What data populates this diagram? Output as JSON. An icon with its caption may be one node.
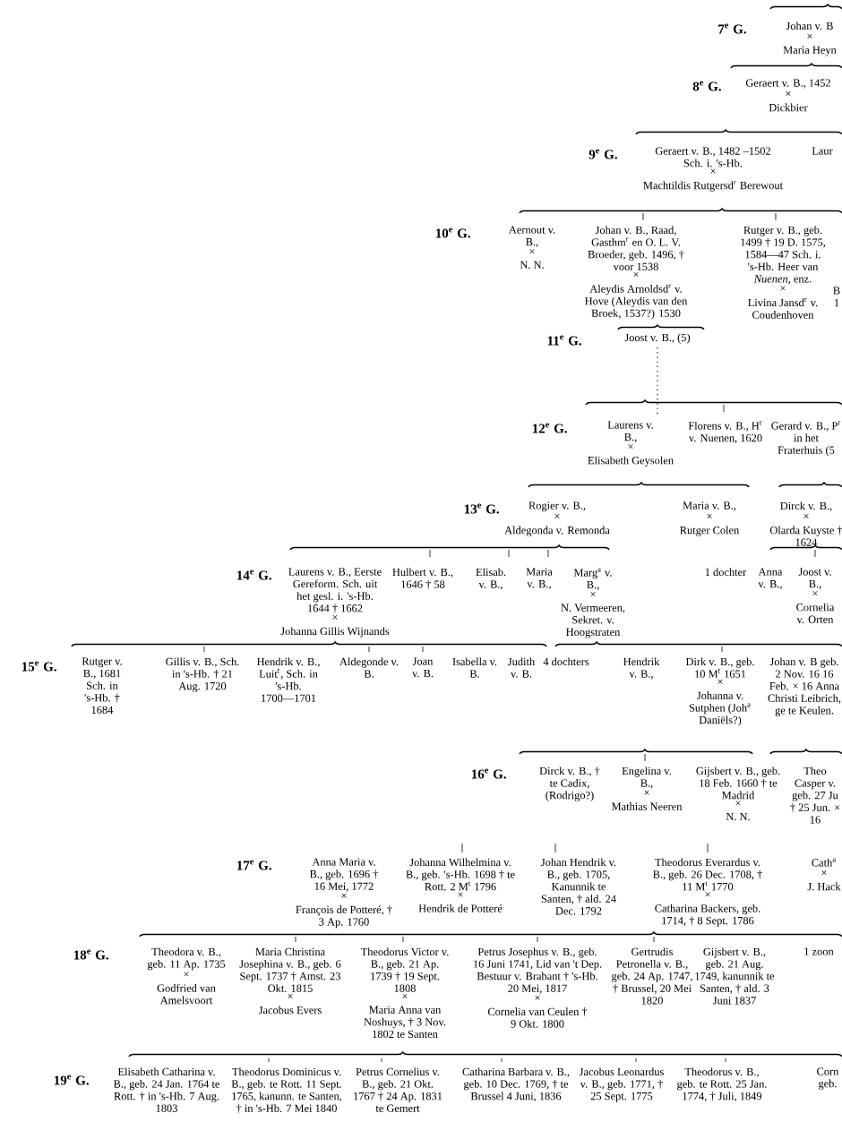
{
  "diagram": {
    "nodes": [
      {
        "text": [
          "Johan v. B",
          "×",
          "Maria Heyn"
        ]
      },
      {
        "text": [
          "Geraert v. B., 1452",
          "×",
          "Dickbier"
        ]
      },
      {
        "text": [
          "Geraert v. B., 1482 –1502 Sch. i. 's-Hb.",
          "×",
          "Machtildis Rutgersd$^{r}$ Berewout"
        ]
      },
      {
        "text": [
          "Laur"
        ]
      },
      {
        "text": [
          "Aernout v. B.,",
          "×",
          "N. N."
        ]
      },
      {
        "text": [
          "Johan v. B., Raad, Gasthm$^{r}$ en O. L. V. Broeder, geb. 1496, † voor 1538",
          "×",
          "Aleydis Arnoldsd$^{r}$ v. Hove (Aleydis van den Broek, 1537?) 1530"
        ]
      },
      {
        "text": [
          "Rutger v. B., geb. 1499 † 19 D. 1575, 1584—47 Sch. i. 's-Hb. Heer van *Nuenen*, enz.",
          "×",
          "Livina Jansd$^{r}$ v. Coudenhoven"
        ]
      },
      {
        "text": [
          "B",
          "1"
        ]
      },
      {
        "text": [
          "Joost v. B., (5)"
        ]
      },
      {
        "text": [
          "Laurens v. B.,",
          "×",
          "Elisabeth Geysolen"
        ]
      },
      {
        "text": [
          "Florens v. B., H$^{r}$ v. Nuenen, 1620"
        ]
      },
      {
        "text": [
          "Gerard v. B., P$^{r}$ in het Fraterhuis (5"
        ]
      },
      {
        "text": [
          "Rogier v. B.,",
          "×",
          "Aldegonda v. Remonda"
        ]
      },
      {
        "text": [
          "Maria v. B.,",
          "×",
          "Rutger Colen"
        ]
      },
      {
        "text": [
          "Dirck v. B.,",
          "×",
          "Olarda Kuyste † 1624"
        ]
      },
      {
        "text": [
          "Laurens v. B., Eerste Gereform. Sch. uit het gesl. i. 's-Hb. 1644 † 1662",
          "×",
          "Johanna Gillis Wijnands"
        ]
      },
      {
        "text": [
          "Hulbert v. B., 1646 † 58"
        ]
      },
      {
        "text": [
          "Elisab. v. B.,"
        ]
      },
      {
        "text": [
          "Maria v. B.,"
        ]
      },
      {
        "text": [
          "Marg$^{a}$ v. B.,",
          "×",
          "N. Vermeeren, Sekret. v. Hoogstraten"
        ]
      },
      {
        "text": [
          "1 dochter"
        ]
      },
      {
        "text": [
          "Anna v. B.,"
        ]
      },
      {
        "text": [
          "Joost v. B.,",
          "×",
          "Cornelia v. Orten"
        ]
      },
      {
        "text": [
          "Rutger v. B., 1681 Sch. in 's-Hb. † 1684"
        ]
      },
      {
        "text": [
          "Gillis v. B., Sch. in 's-Hb. † 21 Aug. 1720"
        ]
      },
      {
        "text": [
          "Hendrik v. B., Luit$^{t}$, Sch. in 's-Hb. 1700—1701"
        ]
      },
      {
        "text": [
          "Aldegonde v. B."
        ]
      },
      {
        "text": [
          "Joan v. B."
        ]
      },
      {
        "text": [
          "Isabella v. B."
        ]
      },
      {
        "text": [
          "Judith v. B."
        ]
      },
      {
        "text": [
          "4 dochters"
        ]
      },
      {
        "text": [
          "Hendrik v. B.,"
        ]
      },
      {
        "text": [
          "Dirk v. B., geb. 10 M$^{t}$ 1651",
          "×",
          "Johanna v. Sutphen (Joh$^{a}$ Daniëls?)"
        ]
      },
      {
        "text": [
          "Johan v. B geb. 2 Nov. 16 16 Feb. × 16 Anna Christi Leibrich, ge te Keulen."
        ]
      },
      {
        "text": [
          "Dirck v. B., † te Cadix, (Rodrigo?)"
        ]
      },
      {
        "text": [
          "Engelina v. B.,",
          "×",
          "Mathias Neeren"
        ]
      },
      {
        "text": [
          "Gijsbert v. B., geb. 18 Feb. 1660 † te Madrid",
          "×",
          "N. N."
        ]
      },
      {
        "text": [
          "Theo Casper v. geb. 27 Ju † 25 Jun. × 16"
        ]
      },
      {
        "text": [
          "Anna Maria v. B., geb. 1696 † 16 Mei, 1772",
          "×",
          "François de Potteré, † 3 Ap. 1760"
        ]
      },
      {
        "text": [
          "Johanna Wilhelmina v. B., geb. 's-Hb. 1698 † te Rott. 2 M$^{t}$ 1796",
          "×",
          "Hendrik de Potteré"
        ]
      },
      {
        "text": [
          "Johan Hendrik v. B., geb. 1705, Kanunnik te Santen, † ald. 24 Dec. 1792"
        ]
      },
      {
        "text": [
          "Theodorus Everardus v. B., geb. 26 Dec. 1708, † 11 M$^{t}$ 1770",
          "×",
          "Catharina Backers, geb. 1714, † 8 Sept. 1786"
        ]
      },
      {
        "text": [
          "Cath$^{a}$",
          "×",
          "J. Hack"
        ]
      },
      {
        "text": [
          "Theodora v. B., geb. 11 Ap. 1735",
          "×",
          "Godfried van Amelsvoort"
        ]
      },
      {
        "text": [
          "Maria Christina Josephina v. B., geb. 6 Sept. 1737 † Amst. 23 Okt. 1815",
          "×",
          "Jacobus Evers"
        ]
      },
      {
        "text": [
          "Theodorus Victor v. B., geb. 21 Ap. 1739 † 19 Sept. 1808",
          "×",
          "Maria Anna van Noshuys, † 3 Nov. 1802 te Santen"
        ]
      },
      {
        "text": [
          "Petrus Josephus v. B., geb. 16 Juni 1741, Lid van 't Dep. Bestuur v. Brabant † 's-Hb. 20 Mei, 1817",
          "×",
          "Cornelia van Ceulen † 9 Okt. 1800"
        ]
      },
      {
        "text": [
          "Gertrudis Petronella v. B., geb. 24 Ap. 1747, † Brussel, 20 Mei 1820"
        ]
      },
      {
        "text": [
          "Gijsbert v. B., geb. 21 Aug. 1749, kanunnik te Santen, † ald. 3 Juni 1837"
        ]
      },
      {
        "text": [
          "1 zoon"
        ]
      },
      {
        "text": [
          "Elisabeth Catharina v. B., geb. 24 Jan. 1764 te Rott. † in 's-Hb. 7 Aug. 1803"
        ]
      },
      {
        "text": [
          "Theodorus Dominicus v. B., geb. te Rott. 11 Sept. 1765, kanunn. te Santen, † in 's-Hb. 7 Mei 1840"
        ]
      },
      {
        "text": [
          "Petrus Cornelius v. B., geb. 21 Okt. 1767 † 24 Ap. 1831 te Gemert"
        ]
      },
      {
        "text": [
          "Catharina Barbara v. B., geb. 10 Dec. 1769, † te Brussel 4 Juni, 1836"
        ]
      },
      {
        "text": [
          "Jacobus Leonardus v. B., geb. 1771, † 25 Sept. 1775"
        ]
      },
      {
        "text": [
          "Theodorus v. B., geb. te Rott. 25 Jan. 1774, † Juli, 1849"
        ]
      },
      {
        "text": [
          "Corn geb."
        ]
      }
    ],
    "edges": [
      {
        "from": 8,
        "to": 9,
        "arrow": "none",
        "style": "dashed"
      }
    ],
    "labels": [
      "7$^{e}$ G.",
      "8$^{e}$ G.",
      "9$^{e}$ G.",
      "10$^{e}$ G.",
      "11$^{e}$ G.",
      "12$^{e}$ G.",
      "13$^{e}$ G.",
      "14$^{e}$ G.",
      "15$^{e}$ G.",
      "16$^{e}$ G.",
      "17$^{e}$ G.",
      "18$^{e}$ G.",
      "19$^{e}$ G."
    ]
  }
}
